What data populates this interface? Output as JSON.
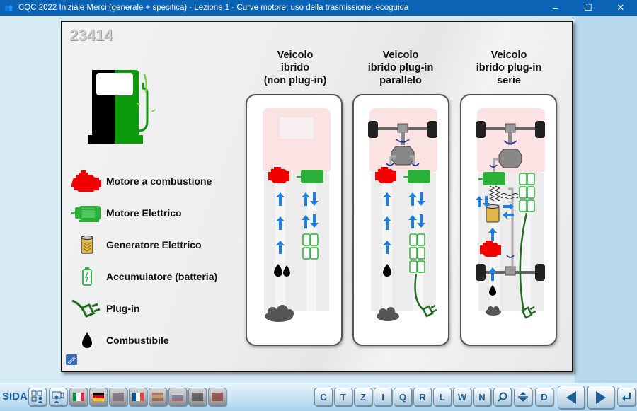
{
  "window": {
    "title": "CQC 2022 Iniziale Merci (generale + specifica) - Lezione 1 - Curve motore; uso della trasmissione; ecoguida",
    "app_icon": "users-icon",
    "minimize_label": "–",
    "maximize_label": "☐",
    "close_label": "✕"
  },
  "slide": {
    "id": "23414",
    "legend": [
      {
        "icon": "combustion-engine-icon",
        "label": "Motore a combustione"
      },
      {
        "icon": "electric-motor-icon",
        "label": "Motore Elettrico"
      },
      {
        "icon": "electric-generator-icon",
        "label": "Generatore Elettrico"
      },
      {
        "icon": "battery-icon",
        "label": "Accumulatore (batteria)"
      },
      {
        "icon": "plug-icon",
        "label": "Plug-in"
      },
      {
        "icon": "fuel-drop-icon",
        "label": "Combustibile"
      }
    ],
    "columns": [
      {
        "title_lines": [
          "Veicolo",
          "ibrido",
          "(non plug-in)"
        ]
      },
      {
        "title_lines": [
          "Veicolo",
          "ibrido plug-in",
          "parallelo"
        ]
      },
      {
        "title_lines": [
          "Veicolo",
          "ibrido plug-in",
          "serie"
        ]
      }
    ],
    "colors": {
      "combustion": "#f20000",
      "electric": "#2bb03a",
      "battery": "#2bb03a",
      "plug": "#1f6b1f",
      "flow_arrow": "#1e7fe0",
      "rotation": "#1a2fa0",
      "fuel": "#000000",
      "exhaust": "#555555"
    }
  },
  "toolbar": {
    "brand": "SIDA",
    "left_buttons": [
      {
        "name": "qr-user-button",
        "icon": "qr-user-icon"
      },
      {
        "name": "video-user-button",
        "icon": "video-user-icon"
      },
      {
        "name": "lang-it-button",
        "icon": "flag-italy-icon"
      },
      {
        "name": "lang-de-button",
        "icon": "flag-germany-icon"
      },
      {
        "name": "lang-en-button",
        "icon": "flag-uk-icon"
      },
      {
        "name": "lang-fr-button",
        "icon": "flag-france-icon"
      },
      {
        "name": "lang-es-button",
        "icon": "flag-spain-icon"
      },
      {
        "name": "lang-ru-button",
        "icon": "flag-russia-icon"
      },
      {
        "name": "lang-ar-button",
        "icon": "flag-arabic-icon"
      },
      {
        "name": "lang-zh-button",
        "icon": "flag-china-icon"
      }
    ],
    "letter_buttons": [
      "C",
      "T",
      "Z",
      "I",
      "Q",
      "R",
      "L",
      "W",
      "N"
    ],
    "search_icon": "search-icon",
    "updown_icon": "up-down-icon",
    "d_button": "D",
    "prev_icon": "prev-arrow-icon",
    "next_icon": "next-arrow-icon",
    "enter_icon": "enter-icon"
  }
}
